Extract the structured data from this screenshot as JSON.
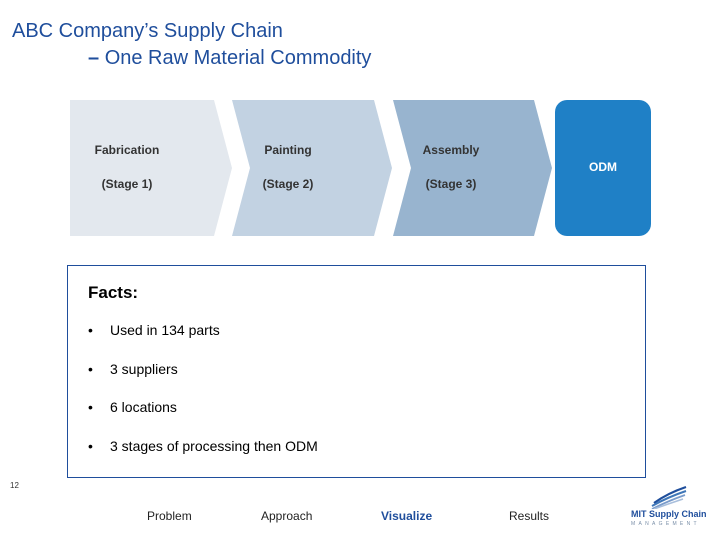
{
  "title": {
    "line1": "ABC Company’s Supply Chain",
    "dash": "–",
    "line2": "One Raw Material Commodity"
  },
  "flow": {
    "stages": [
      {
        "name": "Fabrication",
        "stage": "(Stage 1)",
        "color": "#e3e8ee"
      },
      {
        "name": "Painting",
        "stage": "(Stage 2)",
        "color": "#c2d2e2"
      },
      {
        "name": "Assembly",
        "stage": "(Stage 3)",
        "color": "#98b4cf"
      }
    ],
    "end": {
      "name": "ODM",
      "color": "#1f80c6"
    }
  },
  "facts": {
    "title": "Facts:",
    "bullet": "•",
    "items": [
      "Used in 134 parts",
      "3 suppliers",
      "6 locations",
      "3 stages of processing then ODM"
    ]
  },
  "page_number": "12",
  "nav": {
    "items": [
      "Problem",
      "Approach",
      "Visualize",
      "Results"
    ],
    "active": "Visualize",
    "active_color": "#1f4e9c"
  },
  "logo": {
    "brand": "MIT Supply Chain",
    "sub": "MANAGEMENT"
  }
}
